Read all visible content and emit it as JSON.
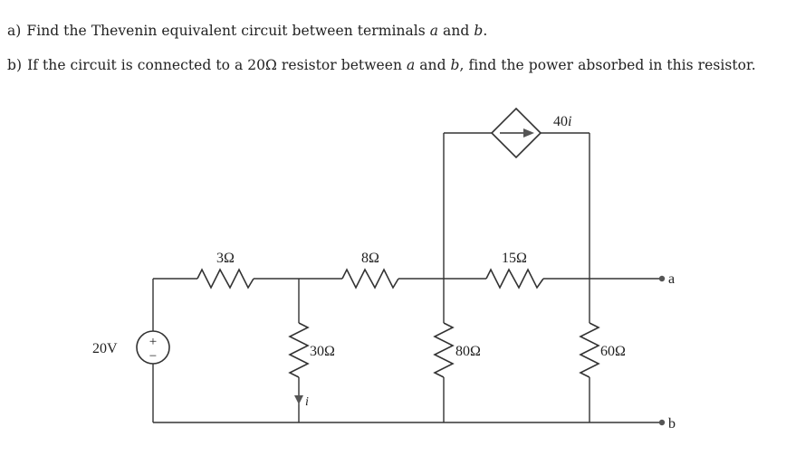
{
  "questions": {
    "a": {
      "label": "a)",
      "text_before": "Find the Thevenin equivalent circuit between terminals ",
      "var1": "a",
      "text_mid": " and ",
      "var2": "b",
      "text_after": "."
    },
    "b": {
      "label": "b)",
      "text_before": "If the circuit is connected to a 20Ω resistor between ",
      "var1": "a",
      "text_mid": " and ",
      "var2": "b",
      "text_after": ", find the power absorbed in this resistor."
    }
  },
  "circuit": {
    "source": {
      "value": "20V",
      "plus": "+",
      "minus": "−"
    },
    "resistors": {
      "r1": "3Ω",
      "r2": "8Ω",
      "r3": "15Ω",
      "r4": "30Ω",
      "r5": "80Ω",
      "r6": "60Ω"
    },
    "dependent_source": {
      "label_coef": "40",
      "label_var": "i",
      "type": "current-controlled current source"
    },
    "current_label": "i",
    "terminals": {
      "a": "a",
      "b": "b"
    },
    "colors": {
      "wire": "#333333",
      "terminal": "#555555",
      "text": "#222222"
    }
  }
}
